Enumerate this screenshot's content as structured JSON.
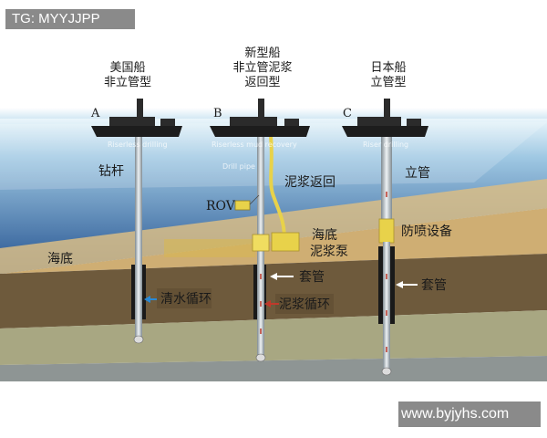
{
  "badges": {
    "top_left": "TG: MYYJJPP",
    "bottom_right": "www.byjyhs.com"
  },
  "columns": [
    {
      "letter": "A",
      "title_lines": [
        "美国船",
        "非立管型"
      ],
      "ship_caption": "Riserless drilling"
    },
    {
      "letter": "B",
      "title_lines": [
        "新型船",
        "非立管泥浆",
        "返回型"
      ],
      "ship_caption": "Riserless mud recovery"
    },
    {
      "letter": "C",
      "title_lines": [
        "日本船",
        "立管型"
      ],
      "ship_caption": "Riser drilling"
    }
  ],
  "labels": {
    "drill_pipe": "钻杆",
    "mud_return": "泥浆返回",
    "rov": "ROV",
    "seafloor": "海底",
    "subsea_mud_pump": [
      "海底",
      "泥浆泵"
    ],
    "casing_b": "套管",
    "mud_circulation": "泥浆循环",
    "water_circulation": "清水循环",
    "riser": "立管",
    "bop": "防喷设备",
    "casing_c": "套管",
    "drill_pipe_small": "Drill pipe"
  },
  "colors": {
    "sea_top": "#dff1f8",
    "sea_bottom": "#2d5f9e",
    "seabed_layer": "#d2b47a",
    "deep_layer": "#6f5a3a",
    "pipe": "#b8bfc4",
    "pump_yellow": "#e8d24a",
    "arrow_red": "#c0392b",
    "arrow_blue": "#2a8ad6"
  }
}
